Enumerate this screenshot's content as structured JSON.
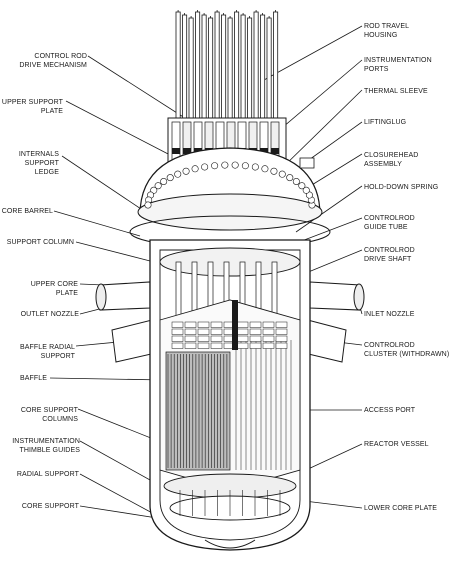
{
  "labels_left": [
    {
      "id": "control-rod-drive-mechanism",
      "text": "CONTROL ROD\nDRIVE MECHANISM"
    },
    {
      "id": "upper-support-plate",
      "text": "UPPER SUPPORT\nPLATE"
    },
    {
      "id": "internals-support-ledge",
      "text": "INTERNALS\nSUPPORT\nLEDGE"
    },
    {
      "id": "core-barrel",
      "text": "CORE BARREL"
    },
    {
      "id": "support-column",
      "text": "SUPPORT COLUMN"
    },
    {
      "id": "upper-core-plate",
      "text": "UPPER CORE\nPLATE"
    },
    {
      "id": "outlet-nozzle",
      "text": "OUTLET NOZZLE"
    },
    {
      "id": "baffle-radial-support",
      "text": "BAFFLE RADIAL\nSUPPORT"
    },
    {
      "id": "baffle",
      "text": "BAFFLE"
    },
    {
      "id": "core-support-columns",
      "text": "CORE SUPPORT\nCOLUMNS"
    },
    {
      "id": "instrumentation-thimble-guides",
      "text": "INSTRUMENTATION\nTHIMBLE GUIDES"
    },
    {
      "id": "radial-support",
      "text": "RADIAL SUPPORT"
    },
    {
      "id": "core-support",
      "text": "CORE SUPPORT"
    }
  ],
  "labels_right": [
    {
      "id": "rod-travel-housing",
      "text": "ROD TRAVEL\nHOUSING"
    },
    {
      "id": "instrumentation-ports",
      "text": "INSTRUMENTATION\nPORTS"
    },
    {
      "id": "thermal-sleeve",
      "text": "THERMAL SLEEVE"
    },
    {
      "id": "lifting-lug",
      "text": "LIFTINGLUG"
    },
    {
      "id": "closure-head-assembly",
      "text": "CLOSUREHEAD\nASSEMBLY"
    },
    {
      "id": "hold-down-spring",
      "text": "HOLD-DOWN SPRING"
    },
    {
      "id": "control-rod-guide-tube",
      "text": "CONTROLROD\nGUIDE TUBE"
    },
    {
      "id": "control-rod-drive-shaft",
      "text": "CONTROLROD\nDRIVE SHAFT"
    },
    {
      "id": "inlet-nozzle",
      "text": "INLET NOZZLE"
    },
    {
      "id": "control-rod-cluster",
      "text": "CONTROLROD\nCLUSTER (WITHDRAWN)"
    },
    {
      "id": "access-port",
      "text": "ACCESS PORT"
    },
    {
      "id": "reactor-vessel",
      "text": "REACTOR VESSEL"
    },
    {
      "id": "lower-core-plate",
      "text": "LOWER CORE PLATE"
    }
  ],
  "colors": {
    "ink": "#1a1a1a",
    "paper": "#ffffff",
    "shade": "#bdbdbd"
  }
}
